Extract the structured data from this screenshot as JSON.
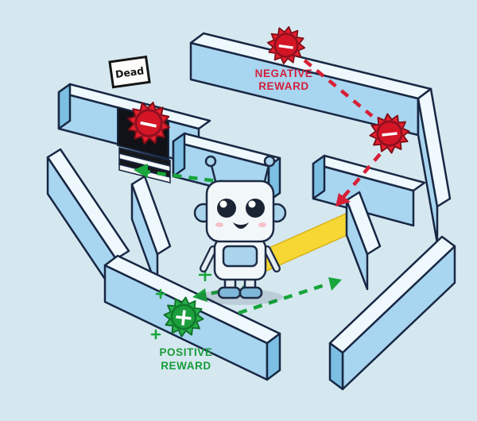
{
  "scene": {
    "description": "Isometric maze with robot agent, reinforcement-learning reward markers",
    "colors": {
      "background": "#d5e8f0",
      "wall_top": "#eef8fd",
      "wall_front": "#a8d5ef",
      "wall_side": "#7cbfe2",
      "outline": "#182743",
      "negative_red": "#d61f36",
      "positive_green": "#18a53c",
      "path_yellow": "#f6d733",
      "door_black": "#101217"
    }
  },
  "labels": {
    "negative_reward": {
      "line1": "NEGATIVE",
      "line2": "REWARD"
    },
    "positive_reward": {
      "line1": "POSITIVE",
      "line2": "REWARD"
    },
    "dead_sign": "Dead"
  },
  "symbols": {
    "minus": "−",
    "plus": "+"
  }
}
